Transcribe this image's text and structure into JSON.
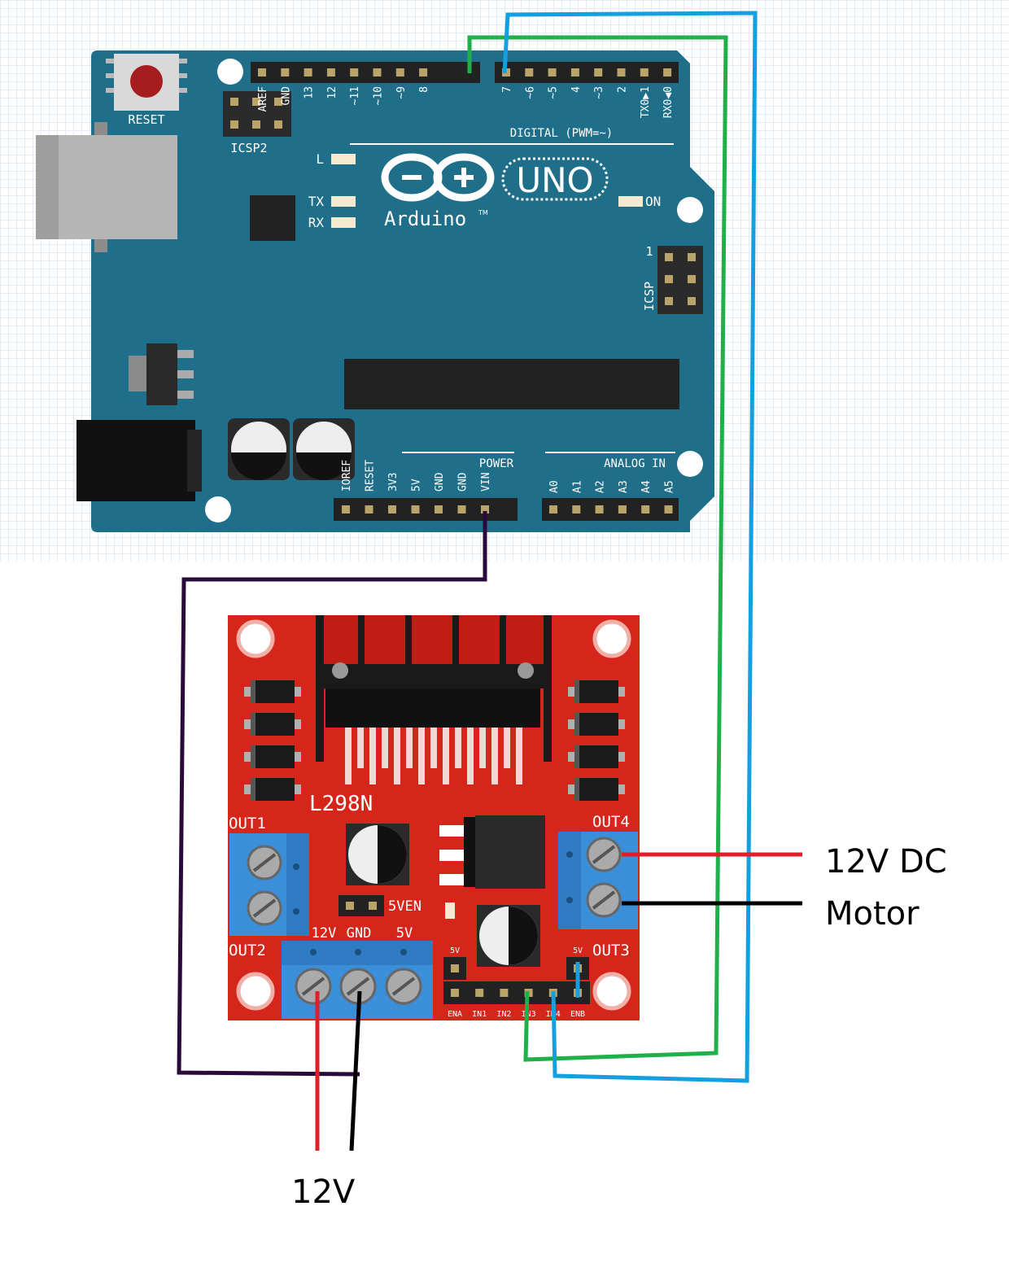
{
  "arduino": {
    "reset_label": "RESET",
    "icsp2_label": "ICSP2",
    "icsp_label": "ICSP",
    "icsp_pin1": "1",
    "led_l": "L",
    "led_tx": "TX",
    "led_rx": "RX",
    "led_on": "ON",
    "uno_text": "UNO",
    "brand_text": "Arduino",
    "tm": "TM",
    "digital_label": "DIGITAL (PWM=~)",
    "digital_pins_left": [
      "AREF",
      "GND",
      "13",
      "12",
      "~11",
      "~10",
      "~9",
      "8"
    ],
    "digital_pins_right": [
      "7",
      "~6",
      "~5",
      "4",
      "~3",
      "2",
      "TX0▶1",
      "RX0◀0"
    ],
    "power_label": "POWER",
    "power_pins": [
      "IOREF",
      "RESET",
      "3V3",
      "5V",
      "GND",
      "GND",
      "VIN"
    ],
    "analog_label": "ANALOG IN",
    "analog_pins": [
      "A0",
      "A1",
      "A2",
      "A3",
      "A4",
      "A5"
    ]
  },
  "driver": {
    "chip_label": "L298N",
    "out1": "OUT1",
    "out2": "OUT2",
    "out3": "OUT3",
    "out4": "OUT4",
    "power_terminal_labels": [
      "12V",
      "GND",
      "5V"
    ],
    "jumper_5ven": "5VEN",
    "header_5v_left": "5V",
    "header_5v_right": "5V",
    "control_pins": [
      "ENA",
      "IN1",
      "IN2",
      "IN3",
      "IN4",
      "ENB"
    ]
  },
  "captions": {
    "motor_line1": "12V DC",
    "motor_line2": "Motor",
    "supply": "12V"
  },
  "colors": {
    "board_blue": "#1f6f8b",
    "driver_red": "#d6261c",
    "terminal_blue": "#3b8fd9",
    "wire_green": "#1fb04a",
    "wire_blue": "#14a0e0",
    "wire_purple": "#2a0a3a",
    "wire_red": "#e01f2a",
    "wire_black": "#000000"
  }
}
